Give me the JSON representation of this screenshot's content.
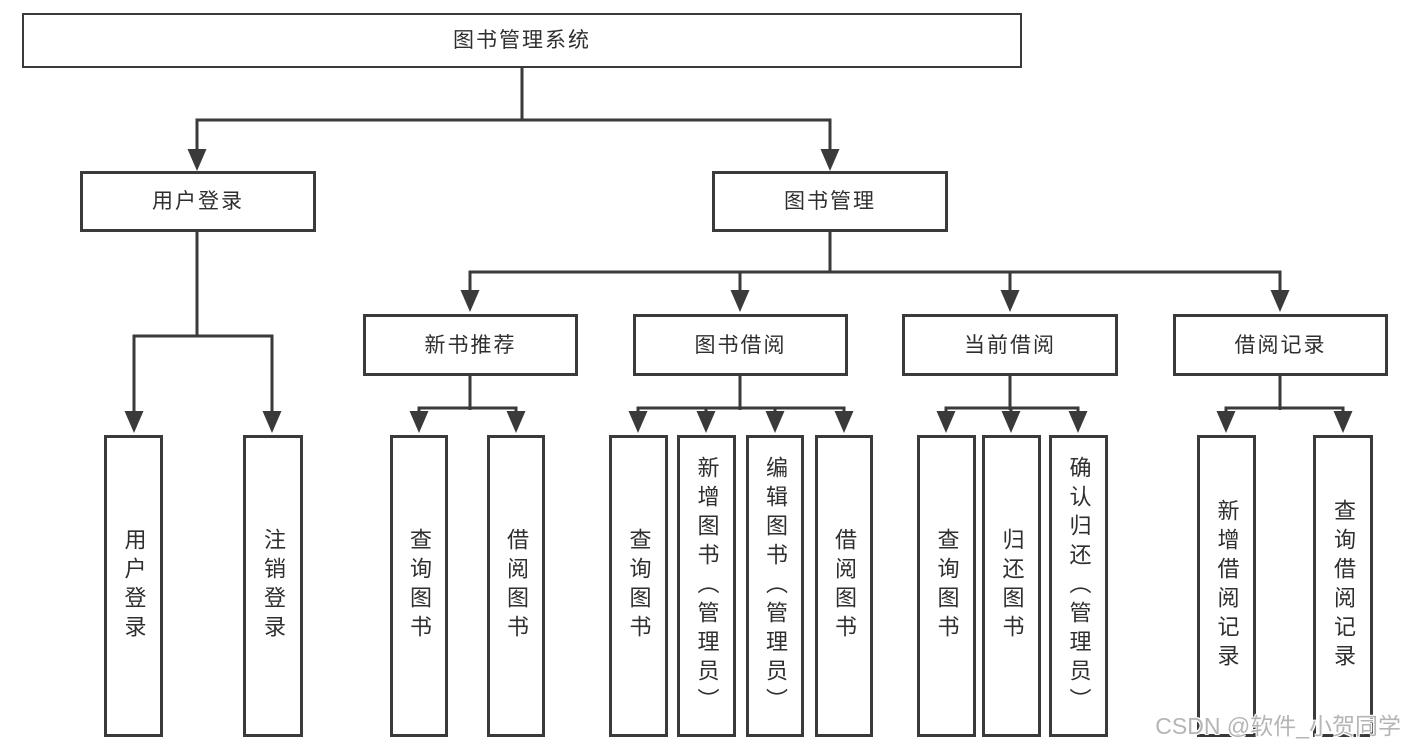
{
  "diagram": {
    "title": "图书管理系统",
    "watermark": "CSDN @软件_小贺同学",
    "colors": {
      "line": "#3a3a3a",
      "box_border": "#3a3a3a",
      "text": "#2f2f2f",
      "background": "#ffffff",
      "watermark": "#b5b5b5"
    },
    "branches": [
      {
        "label": "用户登录",
        "leaves": [
          "用户登录",
          "注销登录"
        ]
      },
      {
        "label": "图书管理",
        "groups": [
          {
            "label": "新书推荐",
            "leaves": [
              "查询图书",
              "借阅图书"
            ]
          },
          {
            "label": "图书借阅",
            "leaves": [
              "查询图书",
              "新增图书（管理员）",
              "编辑图书（管理员）",
              "借阅图书"
            ]
          },
          {
            "label": "当前借阅",
            "leaves": [
              "查询图书",
              "归还图书",
              "确认归还（管理员）"
            ]
          },
          {
            "label": "借阅记录",
            "leaves": [
              "新增借阅记录",
              "查询借阅记录"
            ]
          }
        ]
      }
    ]
  }
}
